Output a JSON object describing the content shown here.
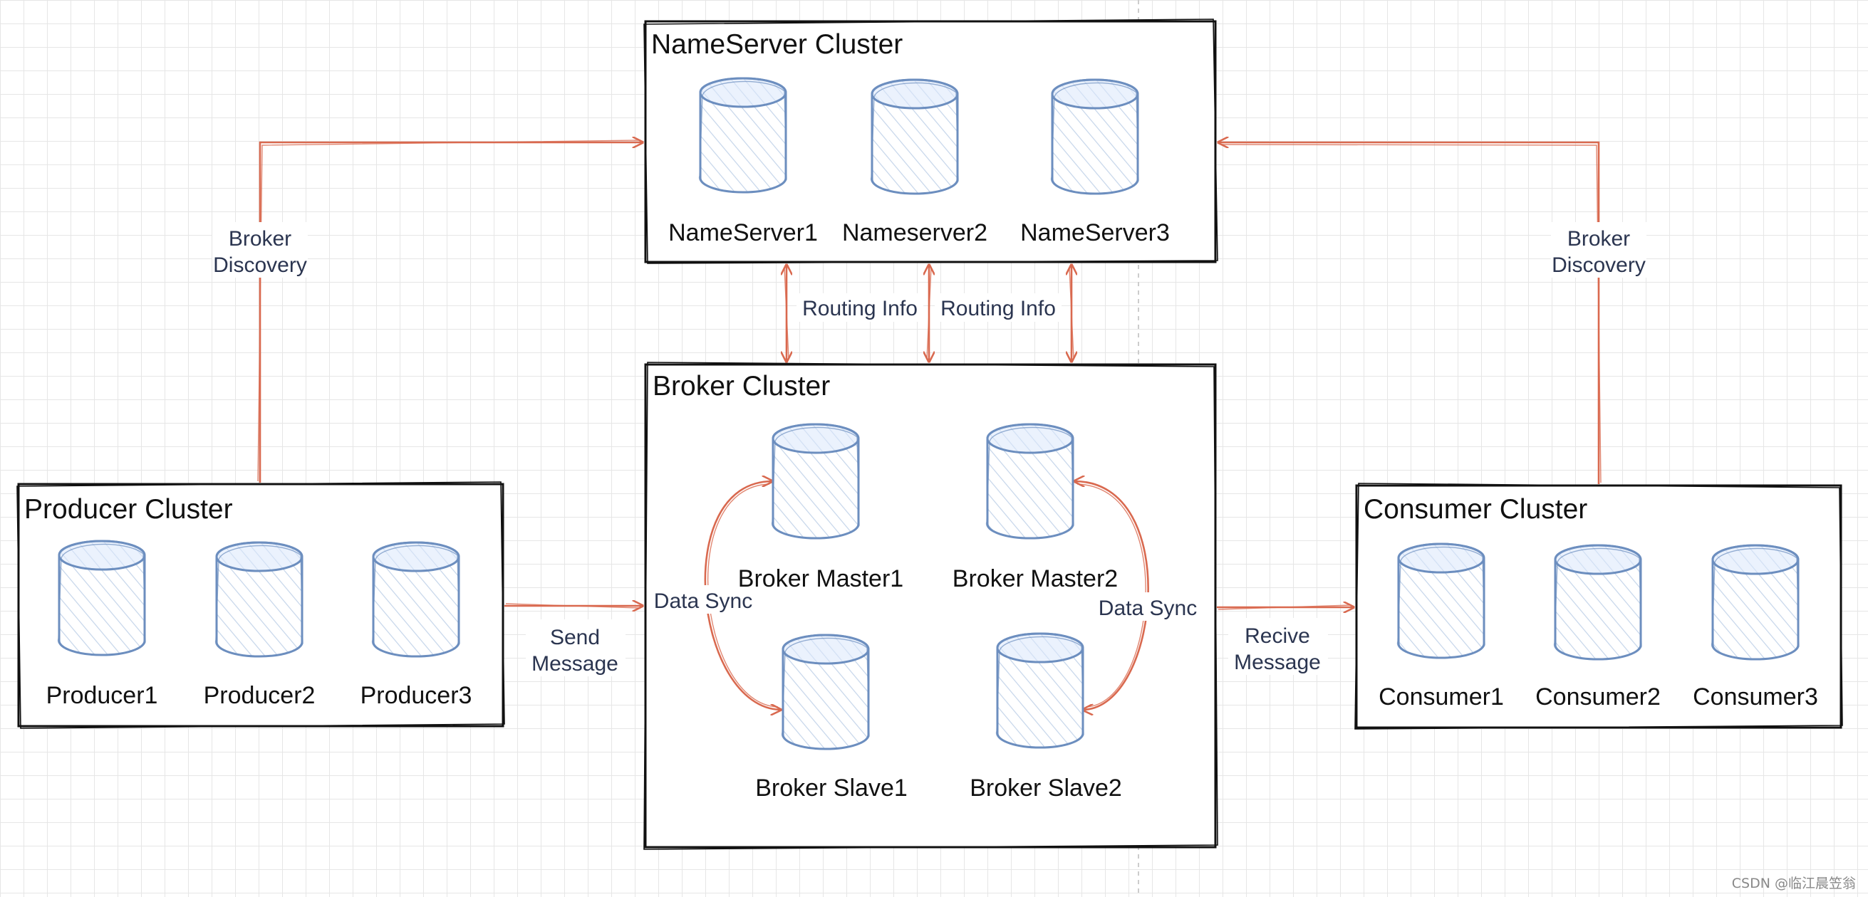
{
  "clusters": {
    "nameserver": {
      "title": "NameServer Cluster",
      "nodes": [
        "NameServer1",
        "Nameserver2",
        "NameServer3"
      ]
    },
    "broker": {
      "title": "Broker Cluster",
      "masters": [
        "Broker Master1",
        "Broker Master2"
      ],
      "slaves": [
        "Broker Slave1",
        "Broker Slave2"
      ]
    },
    "producer": {
      "title": "Producer Cluster",
      "nodes": [
        "Producer1",
        "Producer2",
        "Producer3"
      ]
    },
    "consumer": {
      "title": "Consumer Cluster",
      "nodes": [
        "Consumer1",
        "Consumer2",
        "Consumer3"
      ]
    }
  },
  "edges": {
    "broker_discovery_left": [
      "Broker",
      "Discovery"
    ],
    "broker_discovery_right": [
      "Broker",
      "Discovery"
    ],
    "routing_info_1": "Routing Info",
    "routing_info_2": "Routing Info",
    "data_sync_left": "Data Sync",
    "data_sync_right": "Data Sync",
    "send_message": [
      "Send",
      "Message"
    ],
    "receive_message": [
      "Recive",
      "Message"
    ]
  },
  "watermark": "CSDN @临江晨笠翁",
  "colors": {
    "arrow": "#d9694f",
    "database_stroke": "#6c8ebf",
    "database_fill": "#dae8fc",
    "box_stroke": "#111111"
  }
}
